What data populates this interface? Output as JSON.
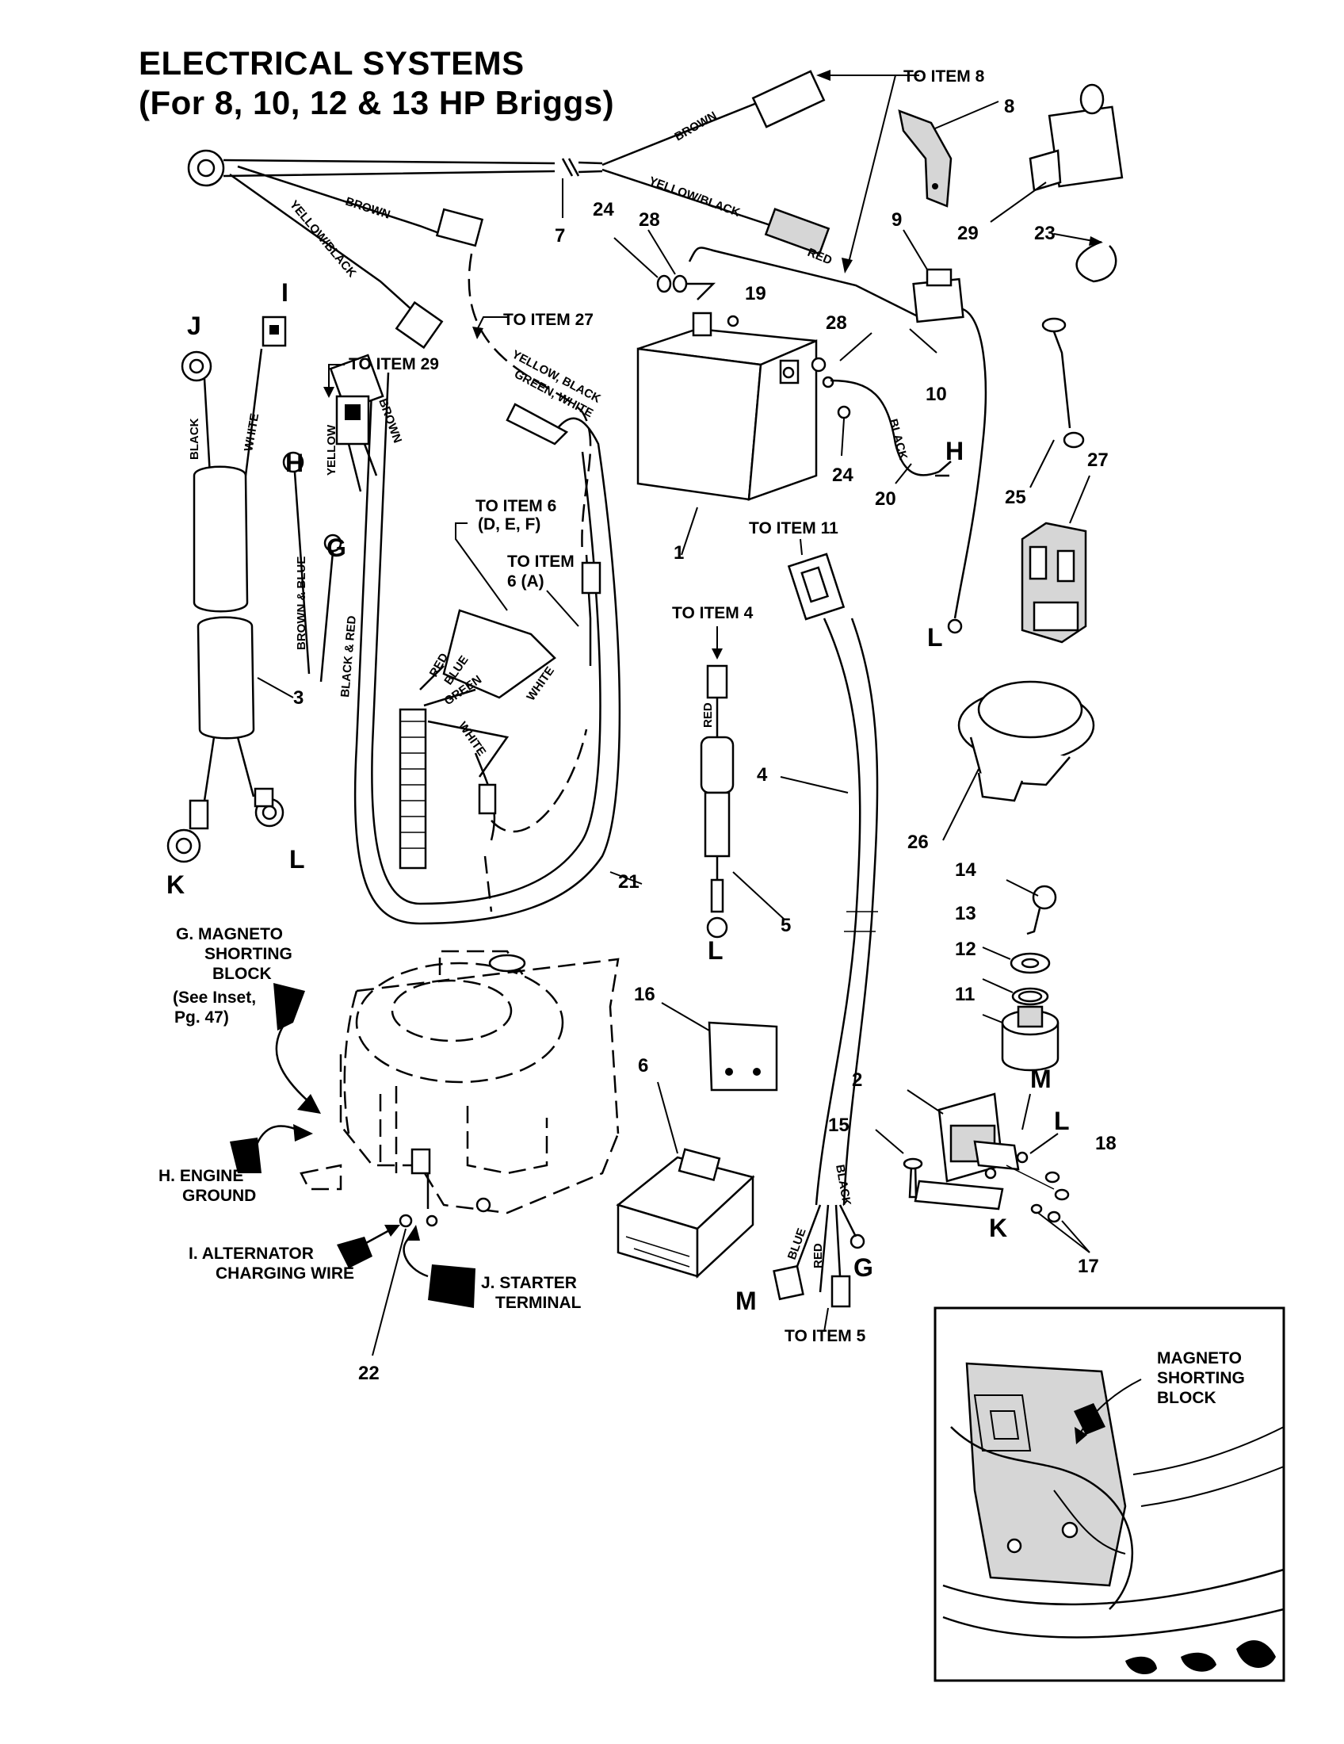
{
  "title": {
    "line1": "ELECTRICAL  SYSTEMS",
    "line2": "(For 8, 10, 12 & 13 HP Briggs)"
  },
  "callouts": {
    "n1": "1",
    "n2": "2",
    "n3": "3",
    "n4": "4",
    "n5": "5",
    "n6": "6",
    "n7": "7",
    "n8": "8",
    "n9": "9",
    "n10": "10",
    "n11": "11",
    "n12": "12",
    "n13": "13",
    "n14": "14",
    "n15": "15",
    "n16": "16",
    "n17": "17",
    "n18": "18",
    "n19": "19",
    "n20": "20",
    "n21": "21",
    "n22": "22",
    "n23": "23",
    "n24a": "24",
    "n24b": "24",
    "n25": "25",
    "n26": "26",
    "n27": "27",
    "n28a": "28",
    "n28b": "28",
    "n29": "29"
  },
  "letters": {
    "J": "J",
    "I": "I",
    "H1": "H",
    "G1": "G",
    "K1": "K",
    "L1": "L",
    "H2": "H",
    "L2": "L",
    "L3": "L",
    "M1": "M",
    "L4": "L",
    "K2": "K",
    "M2": "M",
    "G2": "G"
  },
  "routing": {
    "to_item_8": "TO ITEM 8",
    "to_item_27": "TO ITEM 27",
    "to_item_29": "TO ITEM 29",
    "to_item_6_def_1": "TO ITEM 6",
    "to_item_6_def_2": "(D, E, F)",
    "to_item_6_a_1": "TO ITEM",
    "to_item_6_a_2": "6 (A)",
    "to_item_11": "TO ITEM 11",
    "to_item_4": "TO ITEM 4",
    "to_item_5": "TO ITEM 5"
  },
  "wires": {
    "brown_top": "BROWN",
    "yellow_black_top": "YELLOW/BLACK",
    "red_top": "RED",
    "brown_left": "BROWN",
    "yellow_black_left": "YELLOW/BLACK",
    "yellow_black_green_white_1": "YELLOW, BLACK",
    "yellow_black_green_white_2": "GREEN, WHITE",
    "black_j": "BLACK",
    "white_i": "WHITE",
    "yellow_29": "YELLOW",
    "brown_29": "BROWN",
    "brown_blue": "BROWN & BLUE",
    "black_red": "BLACK & RED",
    "red_6": "RED",
    "blue_6": "BLUE",
    "green_6": "GREEN",
    "white_6": "WHITE",
    "white_21": "WHITE",
    "black_20": "BLACK",
    "red_5": "RED",
    "blue_4": "BLUE",
    "red_4": "RED",
    "black_4": "BLACK"
  },
  "engine_labels": {
    "g_1": "G. MAGNETO",
    "g_2": "SHORTING",
    "g_3": "BLOCK",
    "g_4": "(See Inset,",
    "g_5": "Pg. 47)",
    "h_1": "H. ENGINE",
    "h_2": "GROUND",
    "i_1": "I. ALTERNATOR",
    "i_2": "CHARGING WIRE",
    "j_1": "J. STARTER",
    "j_2": "TERMINAL"
  },
  "inset": {
    "label_1": "MAGNETO",
    "label_2": "SHORTING",
    "label_3": "BLOCK"
  }
}
